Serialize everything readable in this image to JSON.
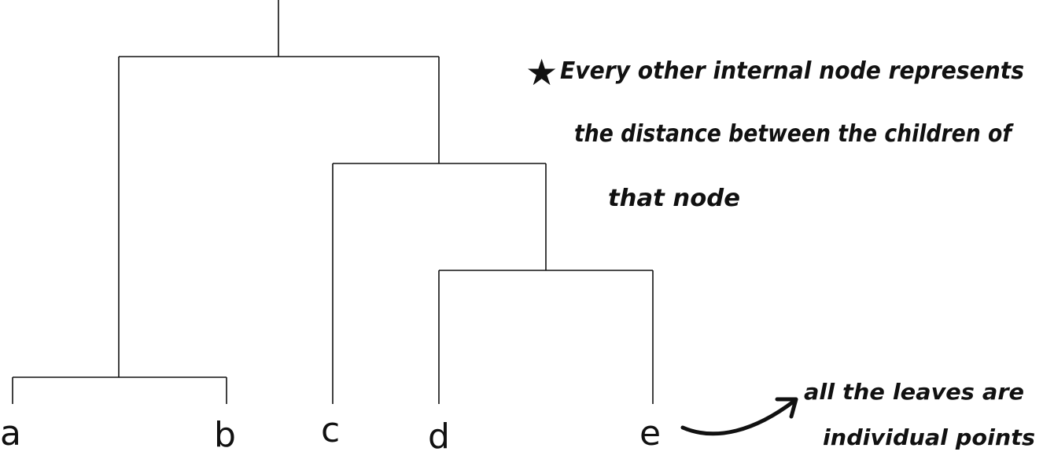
{
  "dendrogram": {
    "leaves": [
      "a",
      "b",
      "c",
      "d",
      "e"
    ]
  },
  "annotations": {
    "internal_note": {
      "star": "★",
      "lines": [
        "Every other internal node represents",
        "the distance between the children of",
        "that node"
      ]
    },
    "leaf_note": {
      "lines": [
        "all the leaves are",
        "individual points"
      ]
    }
  }
}
